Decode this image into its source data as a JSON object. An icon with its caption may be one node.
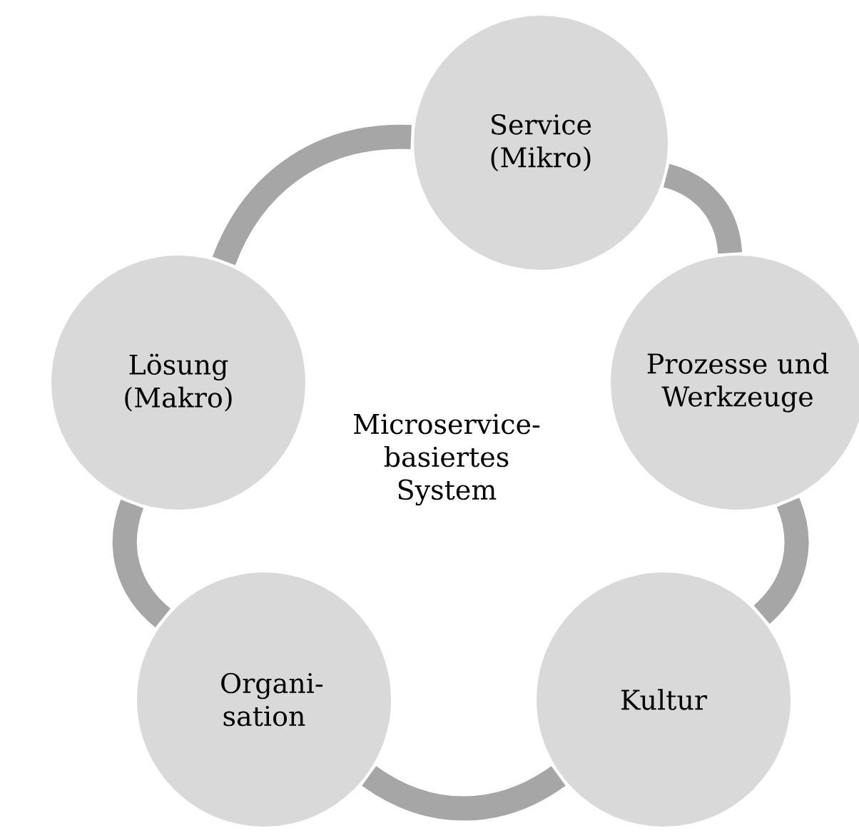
{
  "diagram": {
    "nodes": [
      {
        "text": [
          "Service (Mikro)"
        ]
      },
      {
        "text": [
          "Prozesse und Werkzeuge"
        ]
      },
      {
        "text": [
          "Kultur"
        ]
      },
      {
        "text": [
          "Organi-sation"
        ]
      },
      {
        "text": [
          "Lösung (Makro)"
        ]
      }
    ],
    "edges": [
      {
        "from": 0,
        "to": 1,
        "arrow": "none"
      },
      {
        "from": 1,
        "to": 2,
        "arrow": "none"
      },
      {
        "from": 2,
        "to": 3,
        "arrow": "none"
      },
      {
        "from": 3,
        "to": 4,
        "arrow": "none"
      },
      {
        "from": 4,
        "to": 0,
        "arrow": "none"
      }
    ],
    "labels": [
      "Microservice-basiertes System"
    ]
  }
}
